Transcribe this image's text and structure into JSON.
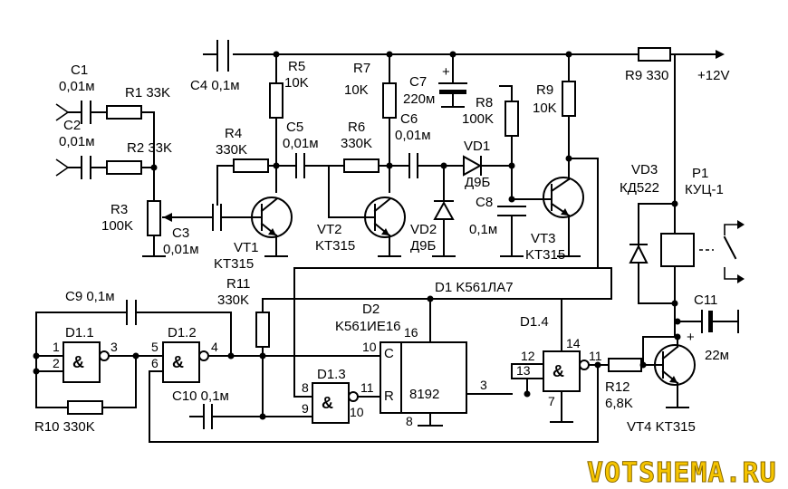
{
  "labels": {
    "c1": "C1",
    "c1_val": "0,01м",
    "c2": "C2",
    "c2_val": "0,01м",
    "r1": "R1 33K",
    "r2": "R2 33K",
    "r3": "R3",
    "r3_val": "100K",
    "c3": "C3",
    "c3_val": "0,01м",
    "c4": "C4 0,1м",
    "r4": "R4",
    "r4_val": "330K",
    "r5": "R5",
    "r5_val": "10K",
    "c5": "C5",
    "c5_val": "0,01м",
    "vt1": "VT1",
    "vt1_type": "KT315",
    "r6": "R6",
    "r6_val": "330K",
    "r7": "R7",
    "r7_val": "10K",
    "c6": "C6",
    "c6_val": "0,01м",
    "c7": "C7",
    "c7_val": "220м",
    "vt2": "VT2",
    "vt2_type": "KT315",
    "vd2": "VD2",
    "vd2_type": "Д9Б",
    "vd1": "VD1",
    "vd1_type": "Д9Б",
    "r8": "R8",
    "r8_val": "100K",
    "c8": "C8",
    "c8_val": "0,1м",
    "r9": "R9",
    "r9_val": "10K",
    "vt3": "VT3",
    "vt3_type": "KT315",
    "r9_top": "R9 330",
    "supply": "+12V",
    "vd3": "VD3",
    "vd3_type": "КД522",
    "p1": "P1",
    "p1_type": "КУЦ-1",
    "c9": "C9 0,1м",
    "d11": "D1.1",
    "d12": "D1.2",
    "d13": "D1.3",
    "d14": "D1.4",
    "r11": "R11",
    "r11_val": "330K",
    "d1": "D1  K561ЛA7",
    "d2": "D2",
    "d2_type": "K561ИE16",
    "c10": "C10 0,1м",
    "r10": "R10 330K",
    "c11": "C11",
    "c11_val": "22м",
    "r12": "R12",
    "r12_val": "6,8K",
    "vt4": "VT4 KT315",
    "counter_label": "8192",
    "pin_c": "C",
    "pin_r": "R",
    "amp": "&",
    "watermark": "VOTSHEMA.RU"
  },
  "pins": {
    "p1": "1",
    "p2": "2",
    "p3": "3",
    "p4": "4",
    "p5": "5",
    "p6": "6",
    "p8": "8",
    "p9": "9",
    "p10": "10",
    "p11": "11",
    "d2_10": "10",
    "d2_11": "11",
    "d2_16": "16",
    "d2_8": "8",
    "d2_3": "3",
    "d14_12": "12",
    "d14_13": "13",
    "d14_14": "14",
    "d14_7": "7",
    "d14_11": "11"
  },
  "signs": {
    "c7_plus": "+",
    "c11_plus": "+"
  }
}
